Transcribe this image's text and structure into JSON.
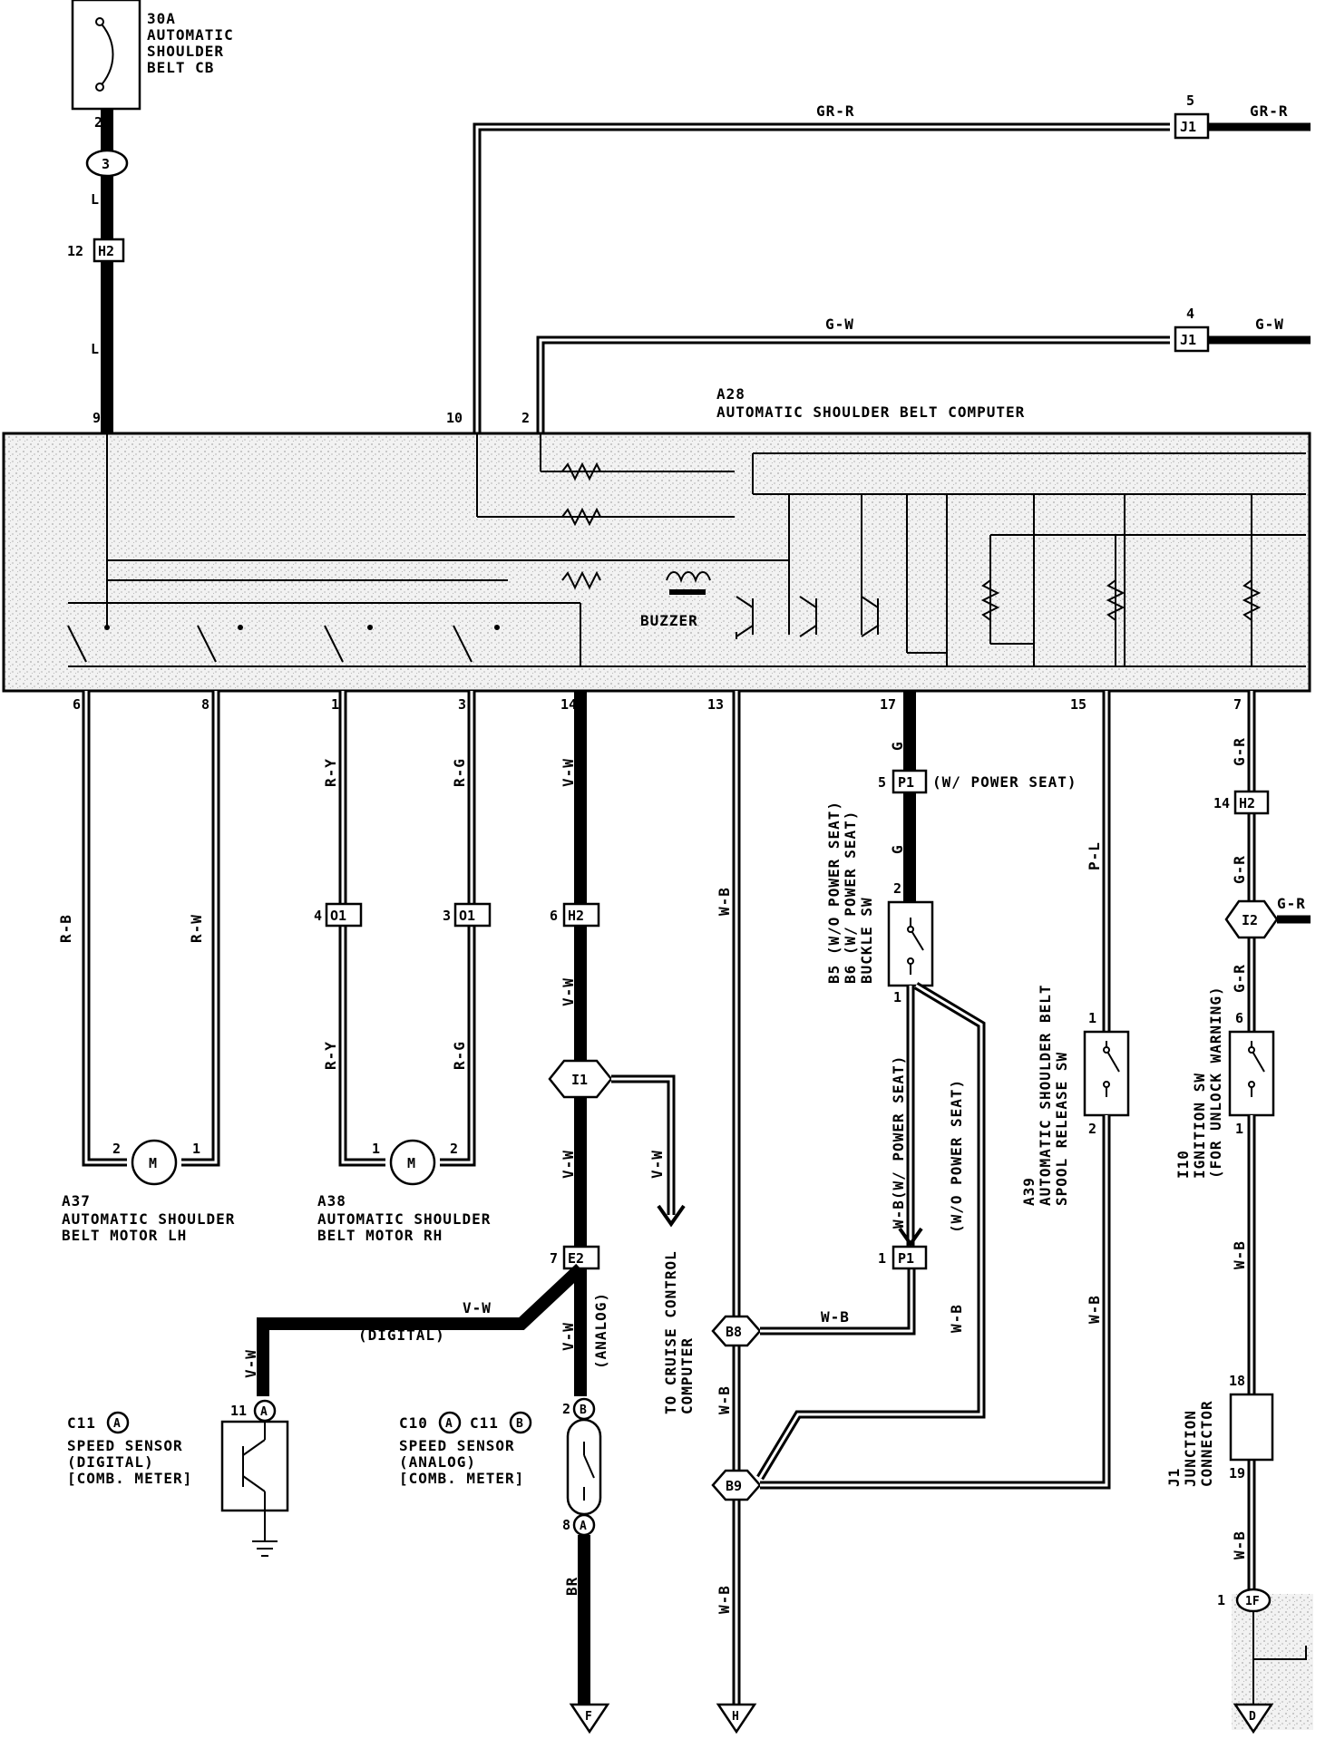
{
  "circuit_breaker": {
    "rating": "30A",
    "line1": "AUTOMATIC",
    "line2": "SHOULDER",
    "line3": "BELT CB",
    "pin": "2",
    "conn": "3"
  },
  "computer": {
    "code": "A28",
    "name": "AUTOMATIC SHOULDER BELT COMPUTER",
    "buzzer": "BUZZER",
    "pins_top": [
      "9",
      "10",
      "2"
    ],
    "pins_bottom": [
      "6",
      "8",
      "1",
      "3",
      "14",
      "13",
      "17",
      "15",
      "7"
    ]
  },
  "wires": {
    "L": "L",
    "GR_R": "GR-R",
    "G_W": "G-W",
    "R_B": "R-B",
    "R_W": "R-W",
    "R_Y": "R-Y",
    "R_G": "R-G",
    "V_W": "V-W",
    "W_B": "W-B",
    "G": "G",
    "P_L": "P-L",
    "G_R": "G-R",
    "BR": "BR",
    "W_B_power": "W-B(W/ POWER SEAT)",
    "wo_power": "(W/O POWER SEAT)",
    "digital": "(DIGITAL)",
    "analog": "(ANALOG)"
  },
  "connectors": {
    "H2_top": {
      "pin": "12",
      "label": "H2"
    },
    "J1_a": {
      "pin": "5",
      "label": "J1"
    },
    "J1_b": {
      "pin": "4",
      "label": "J1"
    },
    "P1_top": {
      "pin": "5",
      "label": "P1",
      "note": "(W/ POWER SEAT)"
    },
    "H2_right": {
      "pin": "14",
      "label": "H2"
    },
    "O1_a": {
      "pin": "4",
      "label": "O1"
    },
    "O1_b": {
      "pin": "3",
      "label": "O1"
    },
    "H2_mid": {
      "pin": "6",
      "label": "H2"
    },
    "E2": {
      "pin": "7",
      "label": "E2"
    },
    "P1_bot": {
      "pin": "1",
      "label": "P1"
    },
    "I1": "I1",
    "I2": "I2",
    "B8": "B8",
    "B9": "B9",
    "IF": "1F",
    "IF_pin": "1"
  },
  "motors": {
    "lh": {
      "code": "A37",
      "line1": "AUTOMATIC SHOULDER",
      "line2": "BELT MOTOR LH",
      "pin_a": "2",
      "pin_b": "1"
    },
    "rh": {
      "code": "A38",
      "line1": "AUTOMATIC SHOULDER",
      "line2": "BELT MOTOR RH",
      "pin_a": "1",
      "pin_b": "2"
    }
  },
  "buckle": {
    "line1": "B5 (W/O POWER SEAT)",
    "line2": "B6 (W/ POWER SEAT)",
    "line3": "BUCKLE SW",
    "pin_top": "2",
    "pin_bot": "1"
  },
  "spool": {
    "code": "A39",
    "line1": "AUTOMATIC SHOULDER BELT",
    "line2": "SPOOL RELEASE SW",
    "pin_top": "1",
    "pin_bot": "2"
  },
  "ignition": {
    "code": "I10",
    "line1": "IGNITION SW",
    "line2": "(FOR UNLOCK WARNING)",
    "pin_top": "6",
    "pin_bot": "1"
  },
  "junction": {
    "code": "J1",
    "line1": "JUNCTION",
    "line2": "CONNECTOR",
    "pin_top": "18",
    "pin_bot": "19"
  },
  "cruise": {
    "line1": "TO CRUISE CONTROL",
    "line2": "COMPUTER"
  },
  "speed_digital": {
    "code": "C11",
    "circ": "A",
    "line1": "SPEED SENSOR",
    "line2": "(DIGITAL)",
    "line3": "[COMB. METER]",
    "pin": "11",
    "pin_letter": "A"
  },
  "speed_analog": {
    "code1": "C10",
    "circ1": "A",
    "code2": "C11",
    "circ2": "B",
    "line1": "SPEED SENSOR",
    "line2": "(ANALOG)",
    "line3": "[COMB. METER]",
    "pin_top": "2",
    "pin_top_letter": "B",
    "pin_bot": "8",
    "pin_bot_letter": "A"
  },
  "grounds": {
    "F": "F",
    "H": "H",
    "D": "D"
  },
  "motor_symbol": "M"
}
